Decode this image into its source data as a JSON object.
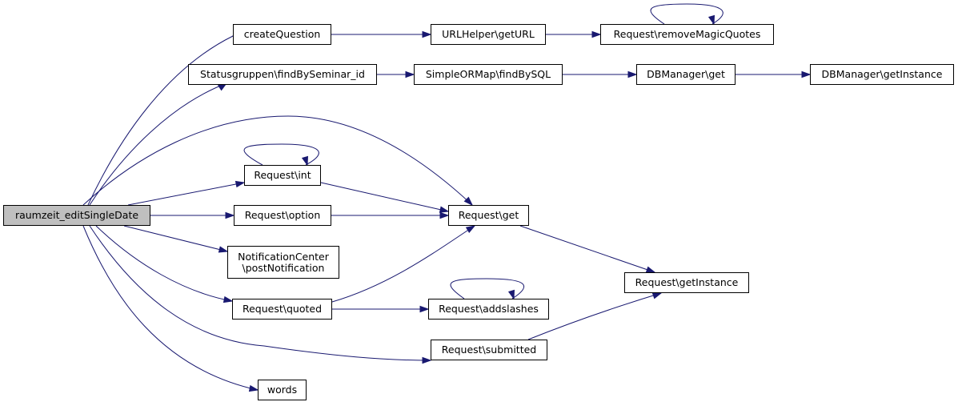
{
  "diagram": {
    "edge_color": "#191970",
    "root_fill": "#bfbfbf",
    "nodes": [
      {
        "id": "root",
        "label": "raumzeit_editSingleDate",
        "root": true
      },
      {
        "id": "createQuestion",
        "label": "createQuestion"
      },
      {
        "id": "getURL",
        "label": "URLHelper\\getURL"
      },
      {
        "id": "removeMagicQuotes",
        "label": "Request\\removeMagicQuotes"
      },
      {
        "id": "findBySeminar",
        "label": "Statusgruppen\\findBySeminar_id"
      },
      {
        "id": "findBySQL",
        "label": "SimpleORMap\\findBySQL"
      },
      {
        "id": "dbget",
        "label": "DBManager\\get"
      },
      {
        "id": "dbinstance",
        "label": "DBManager\\getInstance"
      },
      {
        "id": "reqint",
        "label": "Request\\int"
      },
      {
        "id": "reqoption",
        "label": "Request\\option"
      },
      {
        "id": "reqget",
        "label": "Request\\get"
      },
      {
        "id": "notif",
        "label": "NotificationCenter\n\\postNotification"
      },
      {
        "id": "reqinstance",
        "label": "Request\\getInstance"
      },
      {
        "id": "quoted",
        "label": "Request\\quoted"
      },
      {
        "id": "addslashes",
        "label": "Request\\addslashes"
      },
      {
        "id": "submitted",
        "label": "Request\\submitted"
      },
      {
        "id": "words",
        "label": "words"
      }
    ],
    "edges": [
      [
        "root",
        "createQuestion"
      ],
      [
        "root",
        "findBySeminar"
      ],
      [
        "root",
        "reqget"
      ],
      [
        "root",
        "reqint"
      ],
      [
        "root",
        "reqoption"
      ],
      [
        "root",
        "notif"
      ],
      [
        "root",
        "quoted"
      ],
      [
        "root",
        "submitted"
      ],
      [
        "root",
        "words"
      ],
      [
        "createQuestion",
        "getURL"
      ],
      [
        "getURL",
        "removeMagicQuotes"
      ],
      [
        "removeMagicQuotes",
        "removeMagicQuotes"
      ],
      [
        "findBySeminar",
        "findBySQL"
      ],
      [
        "findBySQL",
        "dbget"
      ],
      [
        "dbget",
        "dbinstance"
      ],
      [
        "reqint",
        "reqint"
      ],
      [
        "reqint",
        "reqget"
      ],
      [
        "reqoption",
        "reqget"
      ],
      [
        "reqget",
        "reqinstance"
      ],
      [
        "quoted",
        "reqget"
      ],
      [
        "quoted",
        "addslashes"
      ],
      [
        "addslashes",
        "addslashes"
      ],
      [
        "submitted",
        "reqinstance"
      ]
    ]
  }
}
